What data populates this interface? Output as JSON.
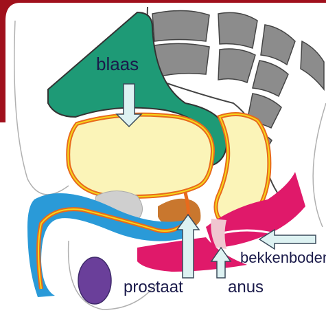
{
  "labels": {
    "blaas": "blaas",
    "prostaat": "prostaat",
    "anus": "anus",
    "bekkenbodem": "bekkenbodem"
  },
  "colors": {
    "frame_red": "#a0101c",
    "bladder_top": "#1e9a76",
    "organ_fill": "#fbf4b8",
    "organ_outline_orange": "#e86a1c",
    "organ_outline_yellow": "#f6d81a",
    "pelvic_floor": "#e0196a",
    "urethra_blue": "#2a9ad8",
    "prostate": "#c9772e",
    "bone_gray": "#9a9a9a",
    "testis_purple": "#6a3f9a",
    "arrow_fill": "#ddf2f2",
    "text": "#1a1a4a"
  }
}
